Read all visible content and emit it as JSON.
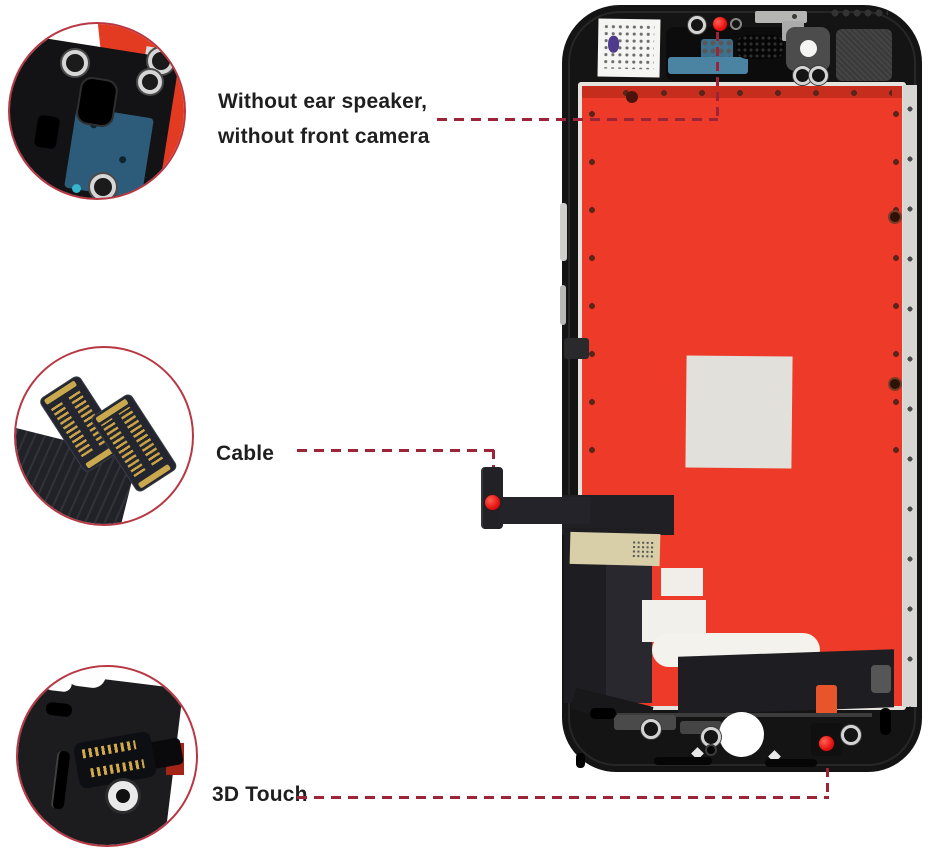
{
  "colors": {
    "background": "#ffffff",
    "text": "#1f1f1f",
    "leader_dash": "#9b2438",
    "callout_ring": "#b83743",
    "marker_red": "#e81212",
    "backplate_red": "#ee3a28",
    "frame_black": "#141414",
    "flex_dark": "#202024",
    "tan_label": "#d8cfa9",
    "blue_mesh": "#3c7290"
  },
  "annotations": {
    "ear_speaker": {
      "line1": "Without ear speaker,",
      "line2": "without front camera"
    },
    "cable": {
      "label": "Cable"
    },
    "touch": {
      "label": "3D Touch"
    }
  },
  "callouts": {
    "top": {
      "name": "top-frame-closeup"
    },
    "middle": {
      "name": "flex-cable-closeup"
    },
    "bottom": {
      "name": "3d-touch-closeup"
    }
  }
}
